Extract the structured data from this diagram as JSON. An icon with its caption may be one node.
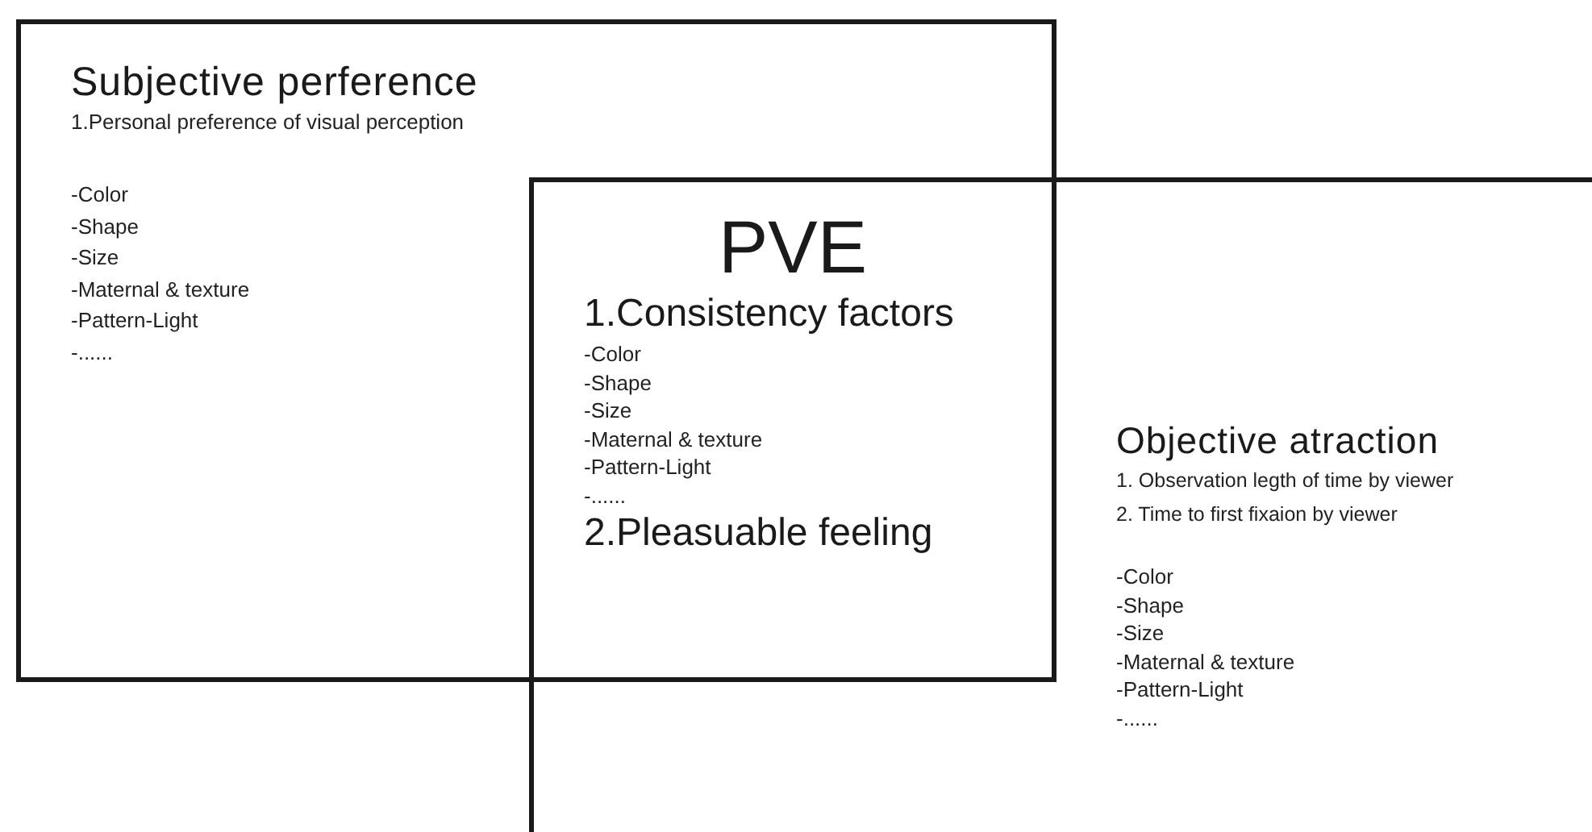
{
  "diagram": {
    "nodes": [
      {
        "text": [
          "Subjective perference",
          "1.Personal preference of visual perception",
          "-Color",
          "-Shape",
          "-Size",
          "-Maternal & texture",
          "-Pattern-Light",
          "-......"
        ]
      },
      {
        "text": [
          "Objective atraction",
          "1. Observation legth of time by viewer",
          "2. Time to first fixaion by viewer",
          "-Color",
          "-Shape",
          "-Size",
          "-Maternal & texture",
          "-Pattern-Light",
          "-......"
        ]
      },
      {
        "text": [
          "PVE",
          "1.Consistency factors",
          "-Color",
          "-Shape",
          "-Size",
          "-Maternal & texture",
          "-Pattern-Light",
          "-......",
          "2.Pleasuable feeling"
        ]
      }
    ]
  }
}
